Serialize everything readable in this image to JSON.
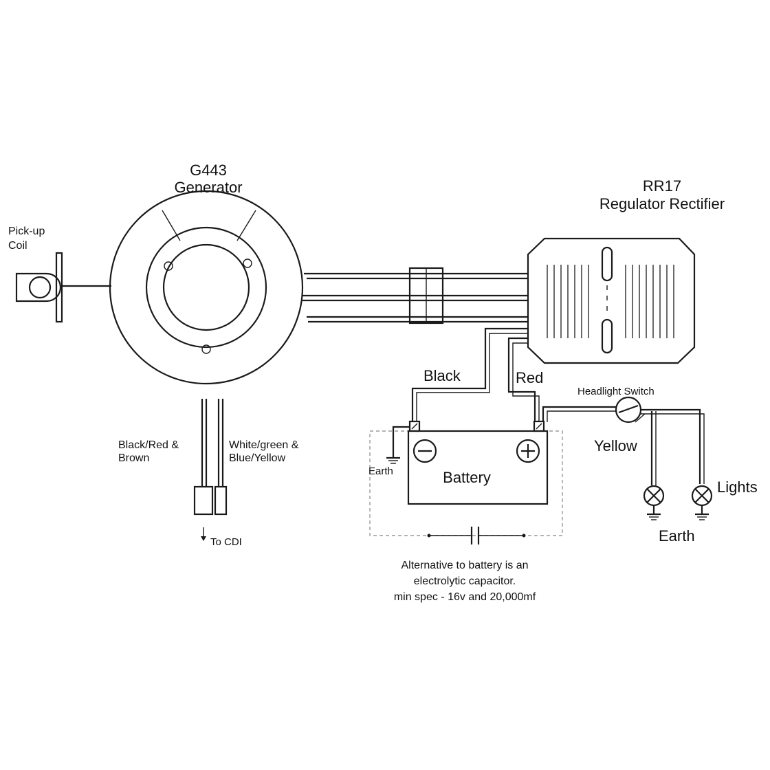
{
  "generator": {
    "line1": "G443",
    "line2": "Generator"
  },
  "regulator": {
    "line1": "RR17",
    "line2": "Regulator Rectifier"
  },
  "pickup": {
    "line1": "Pick-up",
    "line2": "Coil"
  },
  "wires": {
    "black": "Black",
    "red": "Red",
    "yellow": "Yellow",
    "cdi_left_1": "Black/Red &",
    "cdi_left_2": "Brown",
    "cdi_right_1": "White/green &",
    "cdi_right_2": "Blue/Yellow",
    "to_cdi": "To CDI"
  },
  "battery": {
    "label": "Battery",
    "minus": "−",
    "plus": "+",
    "earth": "Earth"
  },
  "switch": {
    "label": "Headlight Switch"
  },
  "lights": {
    "label": "Lights",
    "earth": "Earth"
  },
  "note": {
    "line1": "Alternative to battery is an",
    "line2": "electrolytic capacitor.",
    "line3": "min spec - 16v and 20,000mf"
  }
}
